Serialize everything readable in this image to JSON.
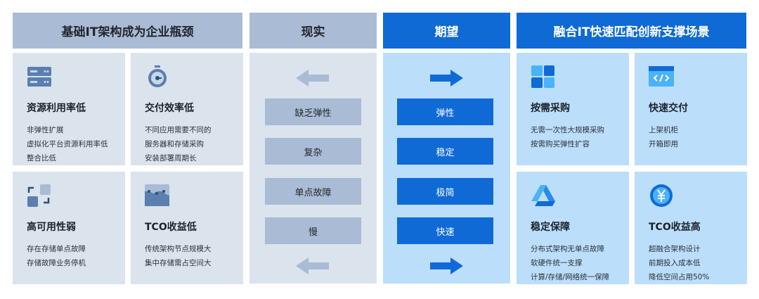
{
  "headers": {
    "bottleneck": "基础IT架构成为企业瓶颈",
    "reality": "现实",
    "expectation": "期望",
    "solution": "融合IT快速匹配创新支撑场景"
  },
  "problems": [
    {
      "icon": "server-icon",
      "title": "资源利用率低",
      "lines": [
        "非弹性扩展",
        "虚拟化平台资源利用率低",
        "整合比低"
      ]
    },
    {
      "icon": "stopwatch-icon",
      "title": "交付效率低",
      "lines": [
        "不同应用需要不同的",
        "服务器和存储采购",
        "安装部署周期长"
      ]
    },
    {
      "icon": "switch-icon",
      "title": "高可用性弱",
      "lines": [
        "存在存储单点故障",
        "存储故障业务停机"
      ]
    },
    {
      "icon": "chart-icon",
      "title": "TCO收益低",
      "lines": [
        "传统架构节点规模大",
        "集中存储需占空间大"
      ]
    }
  ],
  "reality": [
    "缺乏弹性",
    "复杂",
    "单点故障",
    "慢"
  ],
  "expectation": [
    "弹性",
    "稳定",
    "极简",
    "快速"
  ],
  "solutions": [
    {
      "icon": "grid-icon",
      "title": "按需采购",
      "lines": [
        "无需一次性大规模采购",
        "按需购买弹性扩容"
      ]
    },
    {
      "icon": "code-window-icon",
      "title": "快速交付",
      "lines": [
        "上架机柜",
        "开箱即用"
      ]
    },
    {
      "icon": "triangle-icon",
      "title": "稳定保障",
      "lines": [
        "分布式架构无单点故障",
        "软硬件统一支撑",
        "计算/存储/网络统一保障"
      ]
    },
    {
      "icon": "yen-icon",
      "title": "TCO收益高",
      "lines": [
        "超融合架构设计",
        "前期投入成本低",
        "降低空间占用50%"
      ]
    }
  ],
  "colors": {
    "gray_header": "#a9bbd5",
    "gray_body": "#dbe3ed",
    "blue": "#0f6ad6",
    "light_blue": "#bbdefb"
  }
}
